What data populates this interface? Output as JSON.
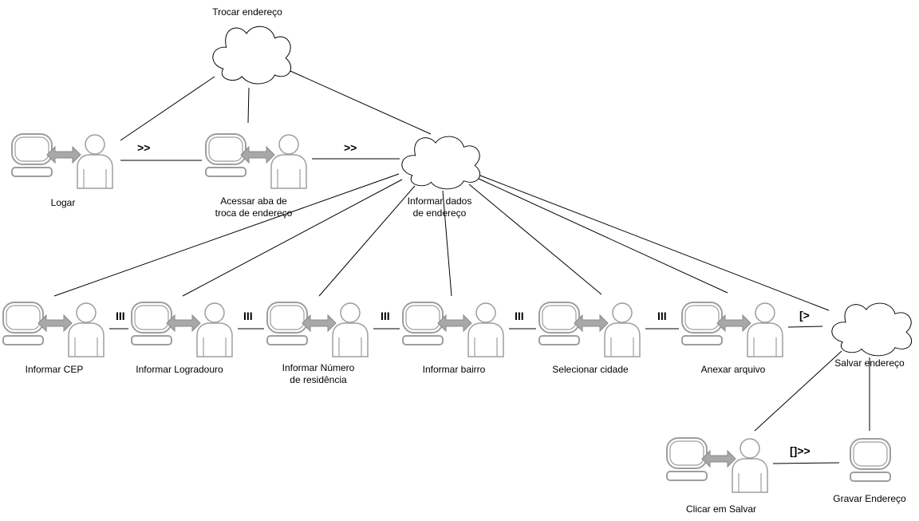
{
  "abstract_tasks": {
    "trocar": "Trocar endereço",
    "informar_dados_1": "Informar dados",
    "informar_dados_2": "de endereço",
    "salvar": "Salvar endereço"
  },
  "interaction_tasks": {
    "logar": "Logar",
    "acessar_1": "Acessar aba de",
    "acessar_2": "troca de endereço",
    "cep": "Informar CEP",
    "logradouro": "Informar Logradouro",
    "numero_1": "Informar Número",
    "numero_2": "de residência",
    "bairro": "Informar bairro",
    "cidade": "Selecionar cidade",
    "arquivo": "Anexar arquivo",
    "clicar": "Clicar em Salvar"
  },
  "application_tasks": {
    "gravar": "Gravar Endereço"
  },
  "operators": {
    "enabling_1": ">>",
    "enabling_2": ">>",
    "interleaving_1": "III",
    "interleaving_2": "III",
    "interleaving_3": "III",
    "interleaving_4": "III",
    "interleaving_5": "III",
    "disabling": "[>",
    "enabling_info": "[]>>"
  }
}
